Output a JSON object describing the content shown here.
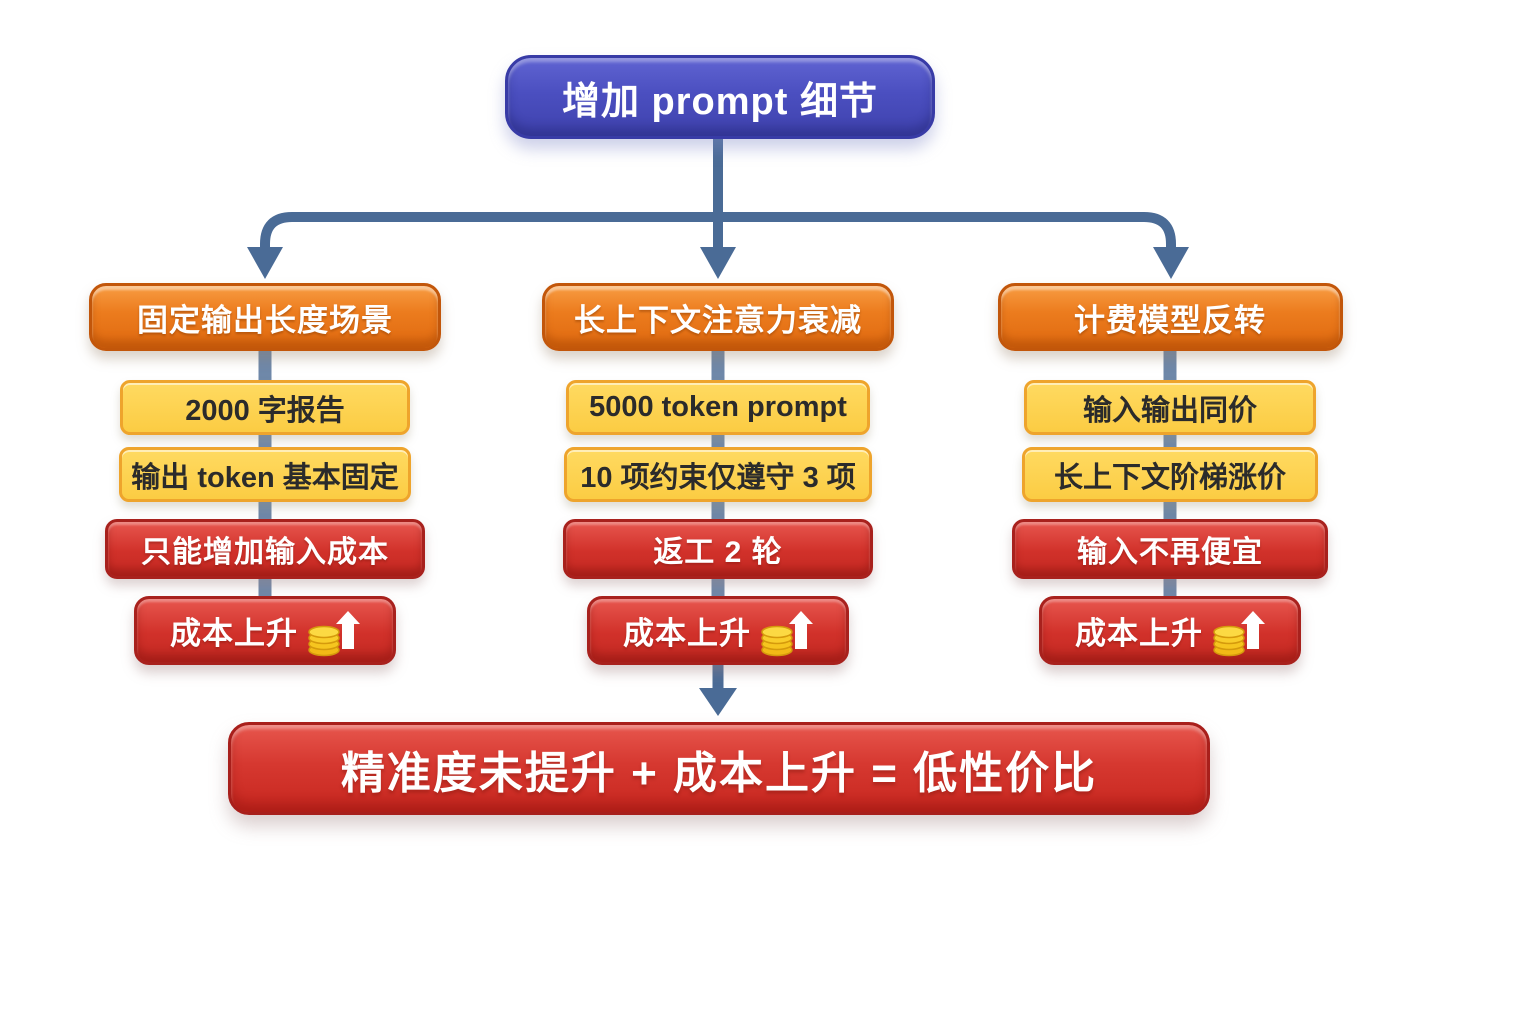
{
  "root": {
    "label": "增加 prompt 细节"
  },
  "columns": [
    {
      "header": "固定输出长度场景",
      "items": [
        {
          "text": "2000 字报告"
        },
        {
          "text": "输出 token 基本固定"
        },
        {
          "text": "只能增加输入成本"
        },
        {
          "text": "成本上升"
        }
      ]
    },
    {
      "header": "长上下文注意力衰减",
      "items": [
        {
          "text": "5000 token prompt"
        },
        {
          "text": "10 项约束仅遵守 3 项"
        },
        {
          "text": "返工 2 轮"
        },
        {
          "text": "成本上升"
        }
      ]
    },
    {
      "header": "计费模型反转",
      "items": [
        {
          "text": "输入输出同价"
        },
        {
          "text": "长上下文阶梯涨价"
        },
        {
          "text": "输入不再便宜"
        },
        {
          "text": "成本上升"
        }
      ]
    }
  ],
  "conclusion": {
    "label": "精准度未提升 + 成本上升 = 低性价比"
  },
  "icons": {
    "cost_rise": "coin-stack-with-up-arrow"
  },
  "colors": {
    "root_fill": "#4b4fc0",
    "branch_header_fill": "#ec7c1e",
    "info_fill": "#fbcc43",
    "consequence_fill": "#d1312a",
    "connector": "#4a6b96",
    "column_spine": "#6f88a9",
    "coin_gold": "#f6c51f",
    "background": "#ffffff"
  }
}
